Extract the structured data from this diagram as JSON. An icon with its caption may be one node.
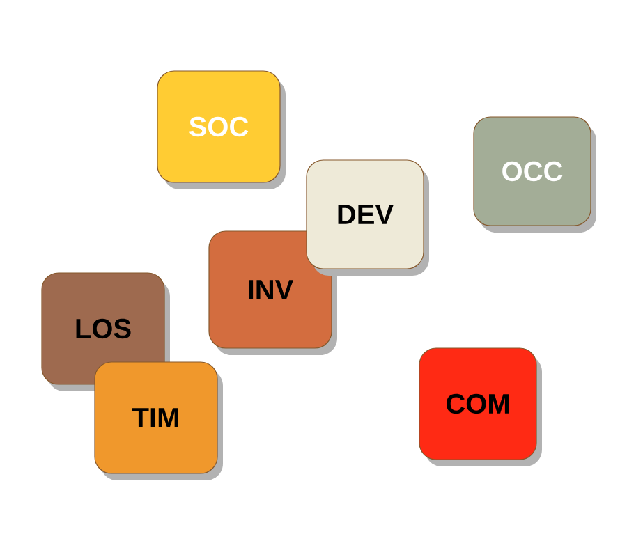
{
  "diagram": {
    "nodes": [
      {
        "text": [
          "SOC"
        ]
      },
      {
        "text": [
          "DEV"
        ]
      },
      {
        "text": [
          "OCC"
        ]
      },
      {
        "text": [
          "INV"
        ]
      },
      {
        "text": [
          "LOS"
        ]
      },
      {
        "text": [
          "COM"
        ]
      },
      {
        "text": [
          "TIM"
        ]
      }
    ]
  }
}
